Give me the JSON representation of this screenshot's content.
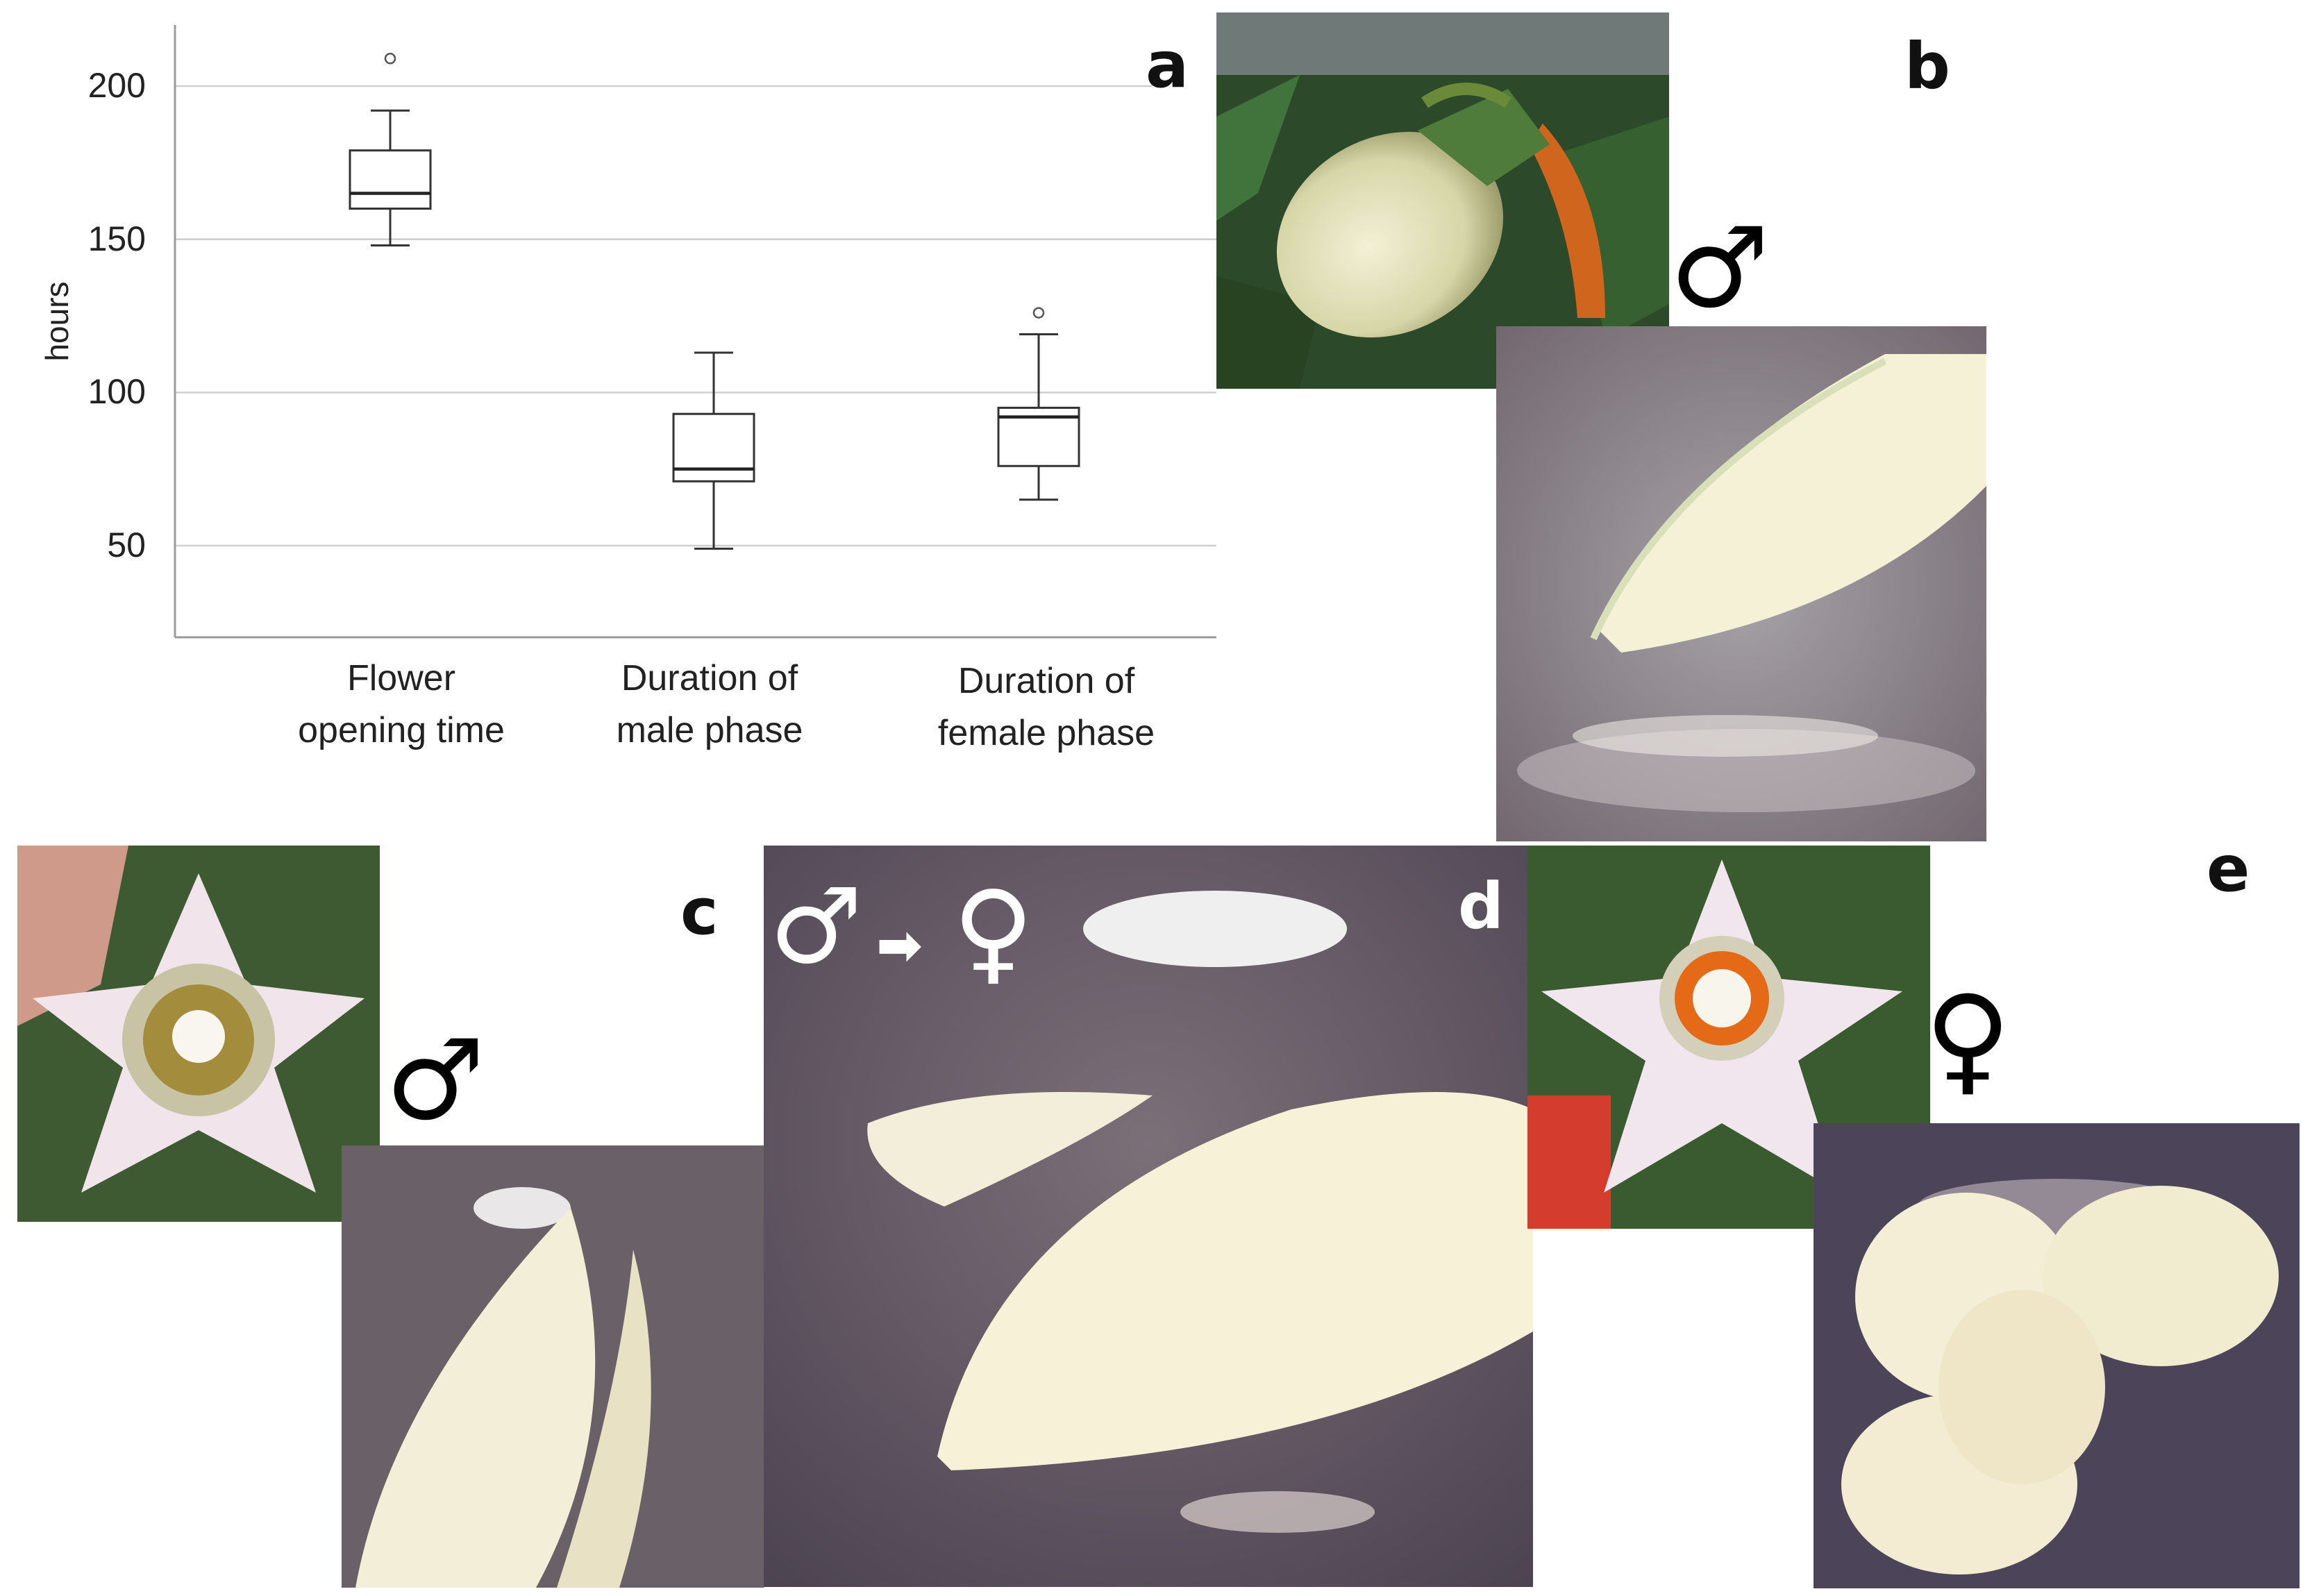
{
  "chart_data": {
    "type": "boxplot",
    "ylabel": "hours",
    "yticks": [
      50,
      100,
      150,
      200
    ],
    "ylim": [
      20,
      220
    ],
    "grid": true,
    "categories": [
      "Flower\nopening time",
      "Duration of\nmale phase",
      "Duration of\nfemale phase"
    ],
    "boxes": [
      {
        "min": 148,
        "q1": 160,
        "median": 165,
        "q3": 179,
        "max": 192,
        "outliers": [
          209
        ]
      },
      {
        "min": 49,
        "q1": 71,
        "median": 75,
        "q3": 93,
        "max": 113,
        "outliers": []
      },
      {
        "min": 65,
        "q1": 76,
        "median": 92,
        "q3": 95,
        "max": 119,
        "outliers": [
          126
        ]
      }
    ]
  },
  "panels": {
    "a": "a",
    "b": "b",
    "c": "c",
    "d": "d",
    "e": "e"
  },
  "symbols": {
    "male": "♂",
    "female": "♀",
    "arrow": "➡"
  },
  "colors": {
    "photo_background_dark": "#5a5160",
    "flower_white": "#f4efe4",
    "anther_cream": "#f2edc9",
    "foliage_green": "#2f5a2c",
    "stigma_orange": "#e46a18"
  }
}
